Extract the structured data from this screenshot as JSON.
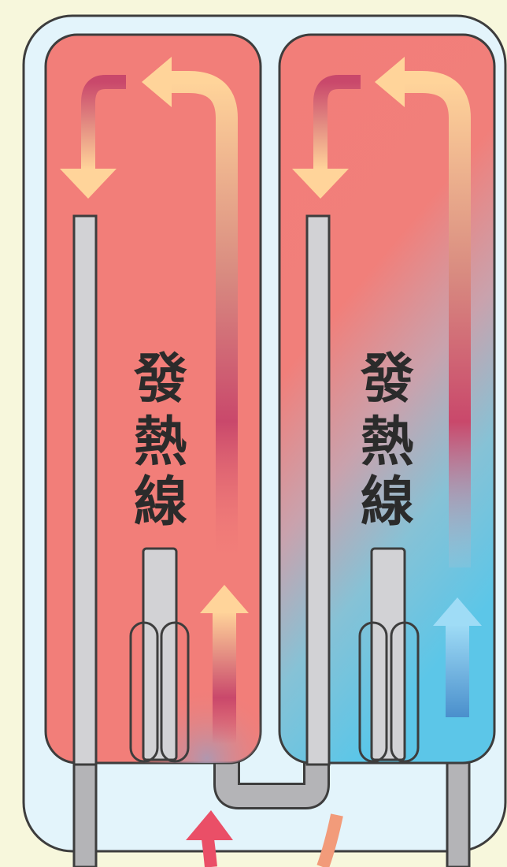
{
  "tanks": [
    {
      "label": "發熱線",
      "chars": [
        "發",
        "熱",
        "線"
      ],
      "mix": "hot"
    },
    {
      "label": "發熱線",
      "chars": [
        "發",
        "熱",
        "線"
      ],
      "mix": "mixed"
    }
  ],
  "colors": {
    "background": "#f7f7dc",
    "housing": "#e3f4fb",
    "hot_water": "#f27e79",
    "cold_water": "#5cc6e8",
    "pipe": "#b4b4b7",
    "pipe_inner": "#d2d2d5",
    "outline": "#3d3d3d",
    "warm_arrow": "#ffd49a",
    "hot_arrow": "#c9486b",
    "inlet_arrow": "#ea4f67",
    "outlet_arrow": "#f29b7a",
    "cold_arrow": "#8fd3f3"
  }
}
